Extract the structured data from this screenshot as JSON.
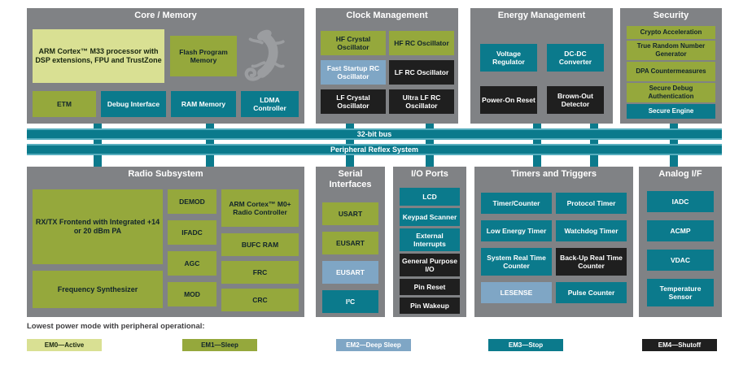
{
  "colors": {
    "block_bg": "#808285",
    "em0": "#D9E093",
    "em1": "#95A83C",
    "em2": "#7FA6C5",
    "em3": "#0B7A8C",
    "em4": "#1F1F1F",
    "bus": "#0B7A8C"
  },
  "icons": {
    "gecko": "gecko-silhouette"
  },
  "buses": {
    "bus1": "32-bit bus",
    "bus2": "Peripheral Reflex System"
  },
  "legend": {
    "caption": "Lowest power mode with peripheral operational:",
    "items": [
      {
        "label": "EM0—Active",
        "em": "em0"
      },
      {
        "label": "EM1—Sleep",
        "em": "em1"
      },
      {
        "label": "EM2—Deep Sleep",
        "em": "em2"
      },
      {
        "label": "EM3—Stop",
        "em": "em3"
      },
      {
        "label": "EM4—Shutoff",
        "em": "em4"
      }
    ]
  },
  "blocks": {
    "core": {
      "title": "Core / Memory",
      "cells": {
        "arm": {
          "label": "ARM Cortex™ M33 processor with DSP extensions, FPU and TrustZone",
          "em": "em0"
        },
        "flash": {
          "label": "Flash Program Memory",
          "em": "em1"
        },
        "etm": {
          "label": "ETM",
          "em": "em1"
        },
        "debug": {
          "label": "Debug Interface",
          "em": "em3"
        },
        "ram": {
          "label": "RAM Memory",
          "em": "em3"
        },
        "ldma": {
          "label": "LDMA Controller",
          "em": "em3"
        }
      }
    },
    "clock": {
      "title": "Clock Management",
      "cells": {
        "hfxo": {
          "label": "HF Crystal Oscillator",
          "em": "em1"
        },
        "hfrco": {
          "label": "HF RC Oscillator",
          "em": "em1"
        },
        "fsrco": {
          "label": "Fast Startup RC Oscillator",
          "em": "em2"
        },
        "lfrco": {
          "label": "LF RC Oscillator",
          "em": "em4"
        },
        "lfxo": {
          "label": "LF Crystal Oscillator",
          "em": "em4"
        },
        "ulfrco": {
          "label": "Ultra LF RC Oscillator",
          "em": "em4"
        }
      }
    },
    "energy": {
      "title": "Energy Management",
      "cells": {
        "vreg": {
          "label": "Voltage Regulator",
          "em": "em3"
        },
        "dcdc": {
          "label": "DC-DC Converter",
          "em": "em3"
        },
        "por": {
          "label": "Power-On Reset",
          "em": "em4"
        },
        "bod": {
          "label": "Brown-Out Detector",
          "em": "em4"
        }
      }
    },
    "security": {
      "title": "Security",
      "cells": {
        "crypto": {
          "label": "Crypto Acceleration",
          "em": "em1"
        },
        "trng": {
          "label": "True Random Number Generator",
          "em": "em1"
        },
        "dpa": {
          "label": "DPA Countermeasures",
          "em": "em1"
        },
        "sda": {
          "label": "Secure Debug Authentication",
          "em": "em1"
        },
        "se": {
          "label": "Secure Engine",
          "em": "em3"
        }
      }
    },
    "radio": {
      "title": "Radio Subsystem",
      "cells": {
        "rxtx": {
          "label": "RX/TX Frontend with Integrated +14 or 20 dBm PA",
          "em": "em1"
        },
        "synth": {
          "label": "Frequency Synthesizer",
          "em": "em1"
        },
        "demod": {
          "label": "DEMOD",
          "em": "em1"
        },
        "ifadc": {
          "label": "IFADC",
          "em": "em1"
        },
        "agc": {
          "label": "AGC",
          "em": "em1"
        },
        "mod": {
          "label": "MOD",
          "em": "em1"
        },
        "m0": {
          "label": "ARM Cortex™ M0+ Radio Controller",
          "em": "em1"
        },
        "bufc": {
          "label": "BUFC RAM",
          "em": "em1"
        },
        "frc": {
          "label": "FRC",
          "em": "em1"
        },
        "crc": {
          "label": "CRC",
          "em": "em1"
        }
      }
    },
    "serial": {
      "title": "Serial Interfaces",
      "cells": {
        "usart": {
          "label": "USART",
          "em": "em1"
        },
        "eusart1": {
          "label": "EUSART",
          "em": "em1"
        },
        "eusart2": {
          "label": "EUSART",
          "em": "em2"
        },
        "i2c": {
          "label": "I²C",
          "em": "em3"
        }
      }
    },
    "io": {
      "title": "I/O Ports",
      "cells": {
        "lcd": {
          "label": "LCD",
          "em": "em3"
        },
        "keypad": {
          "label": "Keypad Scanner",
          "em": "em3"
        },
        "extint": {
          "label": "External Interrupts",
          "em": "em3"
        },
        "gpio": {
          "label": "General Purpose I/O",
          "em": "em4"
        },
        "pinreset": {
          "label": "Pin Reset",
          "em": "em4"
        },
        "pinwakeup": {
          "label": "Pin Wakeup",
          "em": "em4"
        }
      }
    },
    "timers": {
      "title": "Timers and Triggers",
      "cells": {
        "timer": {
          "label": "Timer/Counter",
          "em": "em3"
        },
        "prot": {
          "label": "Protocol Timer",
          "em": "em3"
        },
        "letimer": {
          "label": "Low Energy Timer",
          "em": "em3"
        },
        "wdog": {
          "label": "Watchdog Timer",
          "em": "em3"
        },
        "sysrtc": {
          "label": "System Real Time Counter",
          "em": "em3"
        },
        "burtc": {
          "label": "Back-Up Real Time Counter",
          "em": "em4"
        },
        "lesense": {
          "label": "LESENSE",
          "em": "em2"
        },
        "pcnt": {
          "label": "Pulse Counter",
          "em": "em3"
        }
      }
    },
    "analog": {
      "title": "Analog I/F",
      "cells": {
        "iadc": {
          "label": "IADC",
          "em": "em3"
        },
        "acmp": {
          "label": "ACMP",
          "em": "em3"
        },
        "vdac": {
          "label": "VDAC",
          "em": "em3"
        },
        "temp": {
          "label": "Temperature Sensor",
          "em": "em3"
        }
      }
    }
  }
}
